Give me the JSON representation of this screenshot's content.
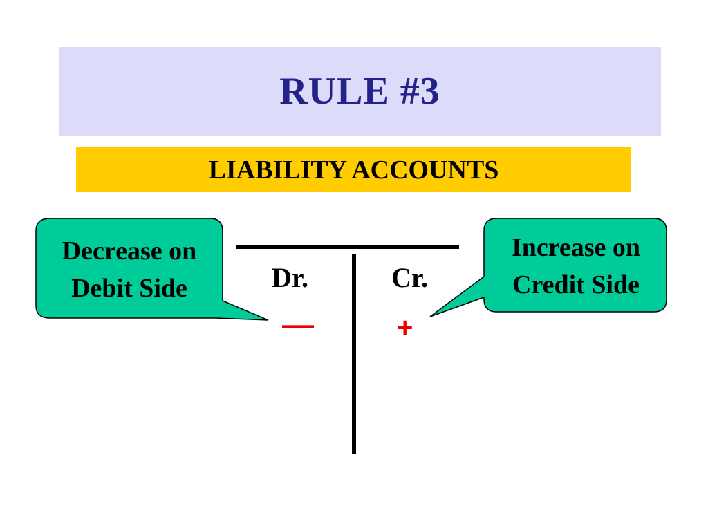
{
  "slide": {
    "title": "RULE #3",
    "subtitle": "LIABILITY ACCOUNTS"
  },
  "t_account": {
    "debit_label": "Dr.",
    "credit_label": "Cr.",
    "debit_sign": "—",
    "credit_sign": "+"
  },
  "callouts": {
    "left": {
      "line1": "Decrease on",
      "line2": "Debit Side"
    },
    "right": {
      "line1": "Increase on",
      "line2": "Credit Side"
    }
  },
  "colors": {
    "title_band": "#dcdcfa",
    "title_text": "#222288",
    "subtitle_band": "#ffcc00",
    "callout_fill": "#00cc99",
    "sign_color": "#ee0000"
  }
}
